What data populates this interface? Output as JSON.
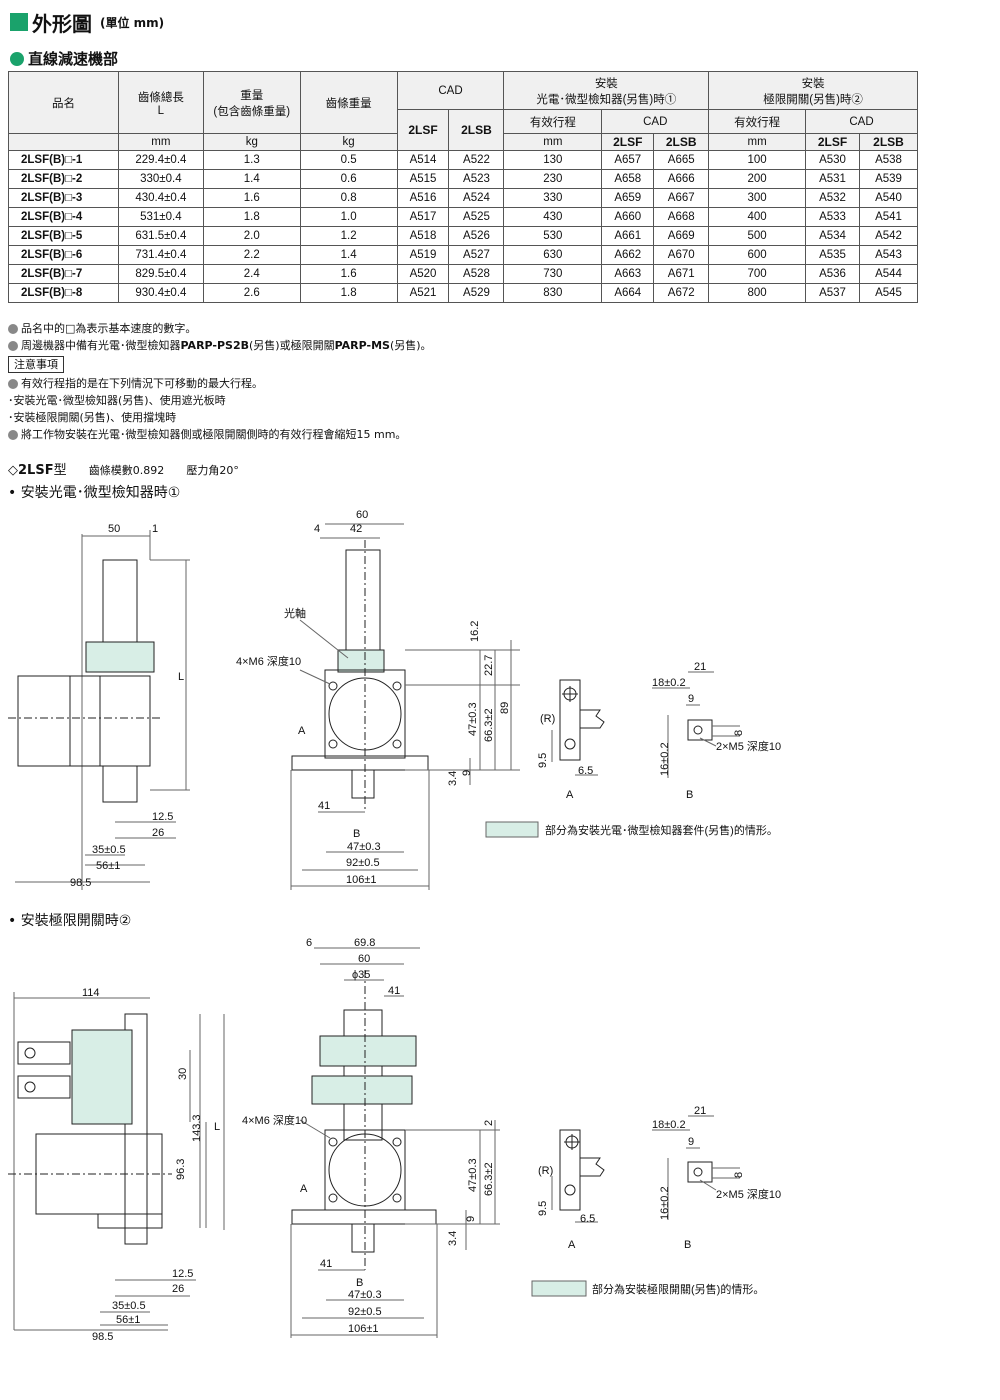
{
  "header": {
    "title": "外形圖",
    "unit": "(單位 mm)",
    "accent_color": "#1aa26b",
    "section": "直線減速機部"
  },
  "table": {
    "headers": {
      "model": "品名",
      "rack_length": "齒條總長",
      "rack_length_sym": "L",
      "weight": "重量",
      "weight_note": "(包含齒條重量)",
      "rack_weight": "齒條重量",
      "cad": "CAD",
      "mount1_a": "安裝",
      "mount1_b": "光電･微型檢知器(另售)時①",
      "mount2_a": "安裝",
      "mount2_b": "極限開關(另售)時②",
      "stroke": "有效行程",
      "lsf": "2LSF",
      "lsb": "2LSB",
      "unit_mm": "mm",
      "unit_kg": "kg"
    },
    "rows": [
      {
        "model": "2LSF(B)□-1",
        "L": "229.4±0.4",
        "w": "1.3",
        "rw": "0.5",
        "cf": "A514",
        "cb": "A522",
        "s1": "130",
        "c1f": "A657",
        "c1b": "A665",
        "s2": "100",
        "c2f": "A530",
        "c2b": "A538"
      },
      {
        "model": "2LSF(B)□-2",
        "L": "330±0.4",
        "w": "1.4",
        "rw": "0.6",
        "cf": "A515",
        "cb": "A523",
        "s1": "230",
        "c1f": "A658",
        "c1b": "A666",
        "s2": "200",
        "c2f": "A531",
        "c2b": "A539"
      },
      {
        "model": "2LSF(B)□-3",
        "L": "430.4±0.4",
        "w": "1.6",
        "rw": "0.8",
        "cf": "A516",
        "cb": "A524",
        "s1": "330",
        "c1f": "A659",
        "c1b": "A667",
        "s2": "300",
        "c2f": "A532",
        "c2b": "A540"
      },
      {
        "model": "2LSF(B)□-4",
        "L": "531±0.4",
        "w": "1.8",
        "rw": "1.0",
        "cf": "A517",
        "cb": "A525",
        "s1": "430",
        "c1f": "A660",
        "c1b": "A668",
        "s2": "400",
        "c2f": "A533",
        "c2b": "A541"
      },
      {
        "model": "2LSF(B)□-5",
        "L": "631.5±0.4",
        "w": "2.0",
        "rw": "1.2",
        "cf": "A518",
        "cb": "A526",
        "s1": "530",
        "c1f": "A661",
        "c1b": "A669",
        "s2": "500",
        "c2f": "A534",
        "c2b": "A542"
      },
      {
        "model": "2LSF(B)□-6",
        "L": "731.4±0.4",
        "w": "2.2",
        "rw": "1.4",
        "cf": "A519",
        "cb": "A527",
        "s1": "630",
        "c1f": "A662",
        "c1b": "A670",
        "s2": "600",
        "c2f": "A535",
        "c2b": "A543"
      },
      {
        "model": "2LSF(B)□-7",
        "L": "829.5±0.4",
        "w": "2.4",
        "rw": "1.6",
        "cf": "A520",
        "cb": "A528",
        "s1": "730",
        "c1f": "A663",
        "c1b": "A671",
        "s2": "700",
        "c2f": "A536",
        "c2b": "A544"
      },
      {
        "model": "2LSF(B)□-8",
        "L": "930.4±0.4",
        "w": "2.6",
        "rw": "1.8",
        "cf": "A521",
        "cb": "A529",
        "s1": "830",
        "c1f": "A664",
        "c1b": "A672",
        "s2": "800",
        "c2f": "A537",
        "c2b": "A545"
      }
    ]
  },
  "notes": {
    "n1": "品名中的□為表示基本速度的數字。",
    "n2_a": "周邊機器中備有光電･微型檢知器",
    "n2_b": "PARP-PS2B",
    "n2_c": "(另售)或極限開關",
    "n2_d": "PARP-MS",
    "n2_e": "(另售)。",
    "caution": "注意事項",
    "c1": "有效行程指的是在下列情況下可移動的最大行程。",
    "c2": "･安裝光電･微型檢知器(另售)、使用遮光板時",
    "c3": "･安裝極限開關(另售)、使用擋塊時",
    "c4": "將工作物安裝在光電･微型檢知器側或極限開關側時的有效行程會縮短15 mm。"
  },
  "type_line": {
    "diamond": "◇",
    "model": "2LSF",
    "suffix": "型",
    "module": "齒條模數0.892",
    "angle": "壓力角20°"
  },
  "fig1": {
    "heading": "安裝光電･微型檢知器時①",
    "legend": "部分為安裝光電･微型檢知器套件(另售)的情形。",
    "labels": {
      "d50": "50",
      "d1": "1",
      "dL": "L",
      "d12_5": "12.5",
      "d26": "26",
      "d35": "35±0.5",
      "d56": "56±1",
      "d98_5": "98.5",
      "d60": "60",
      "d4": "4",
      "d42": "42",
      "optical_axis": "光軸",
      "holes": "4×M6 深度10",
      "dA": "A",
      "d41": "41",
      "dB": "B",
      "d47": "47±0.3",
      "d92": "92±0.5",
      "d106": "106±1",
      "v16_2": "16.2",
      "v22_7": "22.7",
      "v47": "47±0.3",
      "v66_3": "66.3±2",
      "v89": "89",
      "v3_4": "3.4",
      "v9": "9",
      "dR": "(R)",
      "d9_5": "9.5",
      "d6_5": "6.5",
      "d21": "21",
      "d18": "18±0.2",
      "d9": "9",
      "d16": "16±0.2",
      "d8": "8",
      "m5": "2×M5 深度10",
      "viewA": "A",
      "viewB": "B"
    }
  },
  "fig2": {
    "heading": "安裝極限開關時②",
    "legend": "部分為安裝極限開關(另售)的情形。",
    "labels": {
      "d114": "114",
      "d30": "30",
      "d96_3": "96.3",
      "d143_3": "143.3",
      "dL": "L",
      "d12_5": "12.5",
      "d26": "26",
      "d35": "35±0.5",
      "d56": "56±1",
      "d98_5": "98.5",
      "d6": "6",
      "d69_8": "69.8",
      "d60": "60",
      "dphi35": "ϕ35",
      "d41top": "41",
      "holes": "4×M6 深度10",
      "dA": "A",
      "d41": "41",
      "dB": "B",
      "d47": "47±0.3",
      "d92": "92±0.5",
      "d106": "106±1",
      "v2": "2",
      "v47": "47±0.3",
      "v66_3": "66.3±2",
      "v9": "9",
      "v3_4": "3.4",
      "dR": "(R)",
      "d9_5": "9.5",
      "d6_5": "6.5",
      "d21": "21",
      "d18": "18±0.2",
      "d9": "9",
      "d16": "16±0.2",
      "d8": "8",
      "m5": "2×M5 深度10",
      "viewA": "A",
      "viewB": "B"
    }
  }
}
